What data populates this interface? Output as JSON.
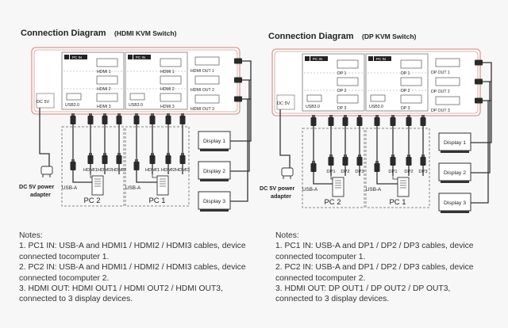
{
  "left": {
    "title": "Connection Diagram",
    "subtitle": "(HDMI KVM Switch)",
    "pc1_in": "PC IN",
    "pc2_in": "PC IN",
    "in_ports": [
      "HDMI 1",
      "HDMI 2",
      "HDMI 3"
    ],
    "out_ports": [
      "HDMI OUT 1",
      "HDMI OUT 2",
      "HDMI OUT 3"
    ],
    "usb_label": "USB3.0",
    "dc_label": "DC 5V",
    "cable_labels": [
      "HDMI1",
      "HDMI2",
      "HDMI3"
    ],
    "usb_a": "USB-A",
    "pc2": "PC 2",
    "pc1": "PC 1",
    "displays": [
      "Display 1",
      "Display 2",
      "Display 3"
    ],
    "adapter_line1": "DC 5V power",
    "adapter_line2": "adapter",
    "notes": {
      "heading": "Notes:",
      "lines": [
        "1. PC1 IN: USB-A and HDMI1 / HDMI2 / HDMI3 cables, device",
        "connected tocomputer 1.",
        "2. PC2 IN: USB-A and HDMI1 / HDMI2 / HDMI3 cables, device",
        "connected tocomputer 2.",
        "3. HDMI OUT: HDMI OUT1 / HDMI OUT2 / HDMI OUT3,",
        "connected to 3 display devices."
      ]
    }
  },
  "right": {
    "title": "Connection Diagram",
    "subtitle": "(DP KVM Switch)",
    "pc1_in": "PC IN",
    "pc2_in": "PC IN",
    "in_ports": [
      "DP 1",
      "DP 2",
      "DP 3"
    ],
    "out_ports": [
      "DP OUT 1",
      "DP OUT 2",
      "DP OUT 3"
    ],
    "usb_label": "USB3.0",
    "dc_label": "DC 5V",
    "cable_labels": [
      "DP1",
      "DP2",
      "DP3"
    ],
    "usb_a": "USB-A",
    "pc2": "PC 2",
    "pc1": "PC 1",
    "displays": [
      "Display 1",
      "Display 2",
      "Display 3"
    ],
    "adapter_line1": "DC 5V power",
    "adapter_line2": "adapter",
    "notes": {
      "heading": "Notes:",
      "lines": [
        "1. PC1 IN: USB-A and DP1 / DP2 / DP3 cables, device",
        "connected tocomputer 1.",
        "2. PC2 IN: USB-A and DP1 / DP2 / DP3 cables, device",
        "connected tocomputer 2.",
        "3. HDMI OUT: DP OUT1 / DP OUT2 / DP OUT3,",
        "connected to 3 display devices."
      ]
    }
  },
  "colors": {
    "device_outline": "#d99a8e",
    "line": "#333333",
    "background": "#f7f7f7"
  }
}
